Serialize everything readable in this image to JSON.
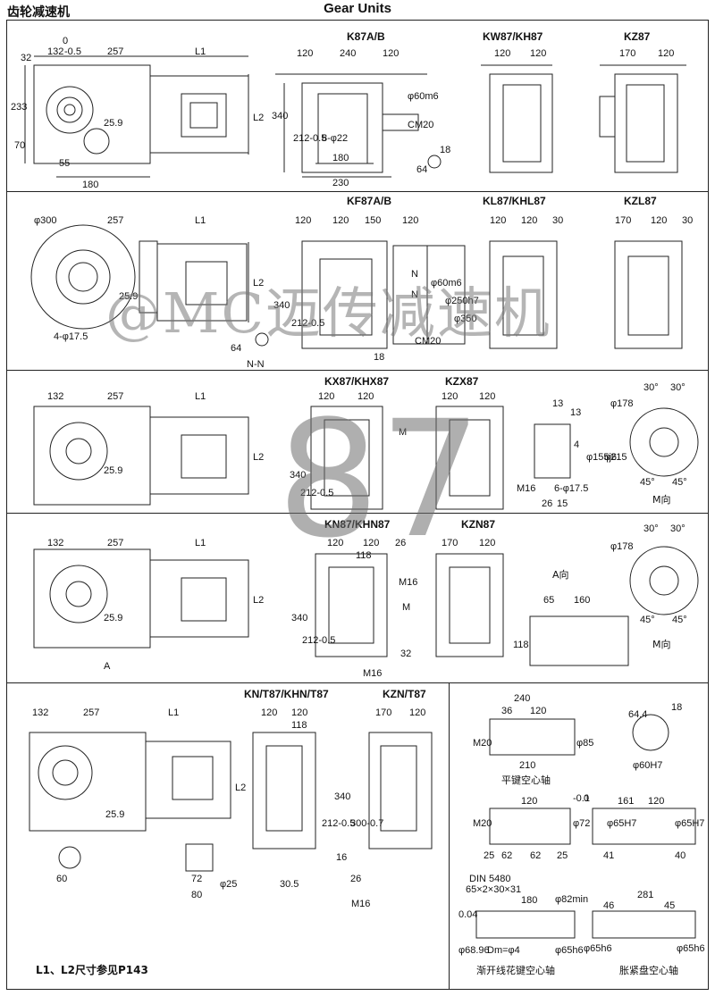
{
  "header": {
    "title_cn": "齿轮减速机",
    "title_en": "Gear Units"
  },
  "watermark": {
    "text": "@MC迈传减速机",
    "model_number": "87"
  },
  "panels": {
    "p1": {
      "titles": [
        "K87A/B",
        "KW87/KH87",
        "KZ87"
      ],
      "dims_left": [
        "32",
        "132",
        "0",
        "-0.5",
        "257",
        "L1",
        "233",
        "L2",
        "25.9",
        "70",
        "55",
        "180"
      ],
      "dims_mid": [
        "120",
        "240",
        "120",
        "340",
        "212-0.5",
        "8-φ22",
        "180",
        "230",
        "φ60m6",
        "CM20",
        "18",
        "64"
      ],
      "dims_right": [
        "120",
        "120",
        "170",
        "120"
      ]
    },
    "p2": {
      "titles": [
        "KF87A/B",
        "KL87/KHL87",
        "KZL87"
      ],
      "dims_left": [
        "φ300",
        "257",
        "L1",
        "L2",
        "25.9",
        "4-φ17.5"
      ],
      "dims_mid": [
        "120",
        "120",
        "150",
        "120",
        "340",
        "212-0.5",
        "φ60m6",
        "φ250h7",
        "φ350",
        "CM20",
        "18",
        "64",
        "N",
        "N",
        "N-N"
      ],
      "dims_right": [
        "120",
        "120",
        "30",
        "170",
        "120",
        "30"
      ]
    },
    "p3": {
      "titles": [
        "KX87/KHX87",
        "KZX87"
      ],
      "dims_left": [
        "132",
        "257",
        "L1",
        "L2",
        "25.9"
      ],
      "dims_mid": [
        "120",
        "120",
        "120",
        "120",
        "340",
        "212-0.5",
        "M"
      ],
      "dims_right": [
        "13",
        "13",
        "4",
        "φ155j6",
        "φ215",
        "M16",
        "6-φ17.5",
        "26",
        "15",
        "φ178",
        "30°",
        "30°",
        "45°",
        "45°",
        "M向"
      ]
    },
    "p4": {
      "titles": [
        "KN87/KHN87",
        "KZN87"
      ],
      "dims_left": [
        "132",
        "257",
        "L1",
        "L2",
        "25.9",
        "A"
      ],
      "dims_mid": [
        "120",
        "120",
        "118",
        "26",
        "M16",
        "340",
        "212-0.5",
        "M",
        "32",
        "M16"
      ],
      "dims_right": [
        "170",
        "120",
        "A向",
        "65",
        "160",
        "118",
        "φ178",
        "30°",
        "30°",
        "45°",
        "45°",
        "M向"
      ]
    },
    "p5": {
      "titles": [
        "KN/T87/KHN/T87",
        "KZN/T87"
      ],
      "dims_left": [
        "132",
        "257",
        "L1",
        "L2",
        "25.9",
        "60",
        "72",
        "80",
        "φ25"
      ],
      "dims_mid": [
        "120",
        "120",
        "118",
        "340",
        "212-0.5",
        "300-0.7",
        "16",
        "30.5",
        "26",
        "M16",
        "170",
        "120"
      ],
      "note": "L1、L2尺寸参见P143"
    },
    "shafts": {
      "s1": {
        "caption": "平键空心轴",
        "dims": [
          "240",
          "36",
          "120",
          "M20",
          "210",
          "φ85",
          "18",
          "64.4",
          "φ60H7"
        ]
      },
      "s2": {
        "dims": [
          "120",
          "M20",
          "25",
          "62",
          "62",
          "25",
          "φ72",
          "-0.1",
          "0",
          "161",
          "120",
          "φ65H7",
          "φ65H7",
          "41",
          "40"
        ]
      },
      "s3": {
        "caption": "渐开线花键空心轴",
        "dims": [
          "DIN 5480",
          "65×2×30×31",
          "180",
          "0.04",
          "φ82min",
          "φ68.96",
          "φ65h6",
          "Dm=φ4"
        ]
      },
      "s4": {
        "caption": "胀紧盘空心轴",
        "dims": [
          "281",
          "46",
          "45",
          "φ65h6",
          "φ65h6"
        ]
      }
    }
  }
}
